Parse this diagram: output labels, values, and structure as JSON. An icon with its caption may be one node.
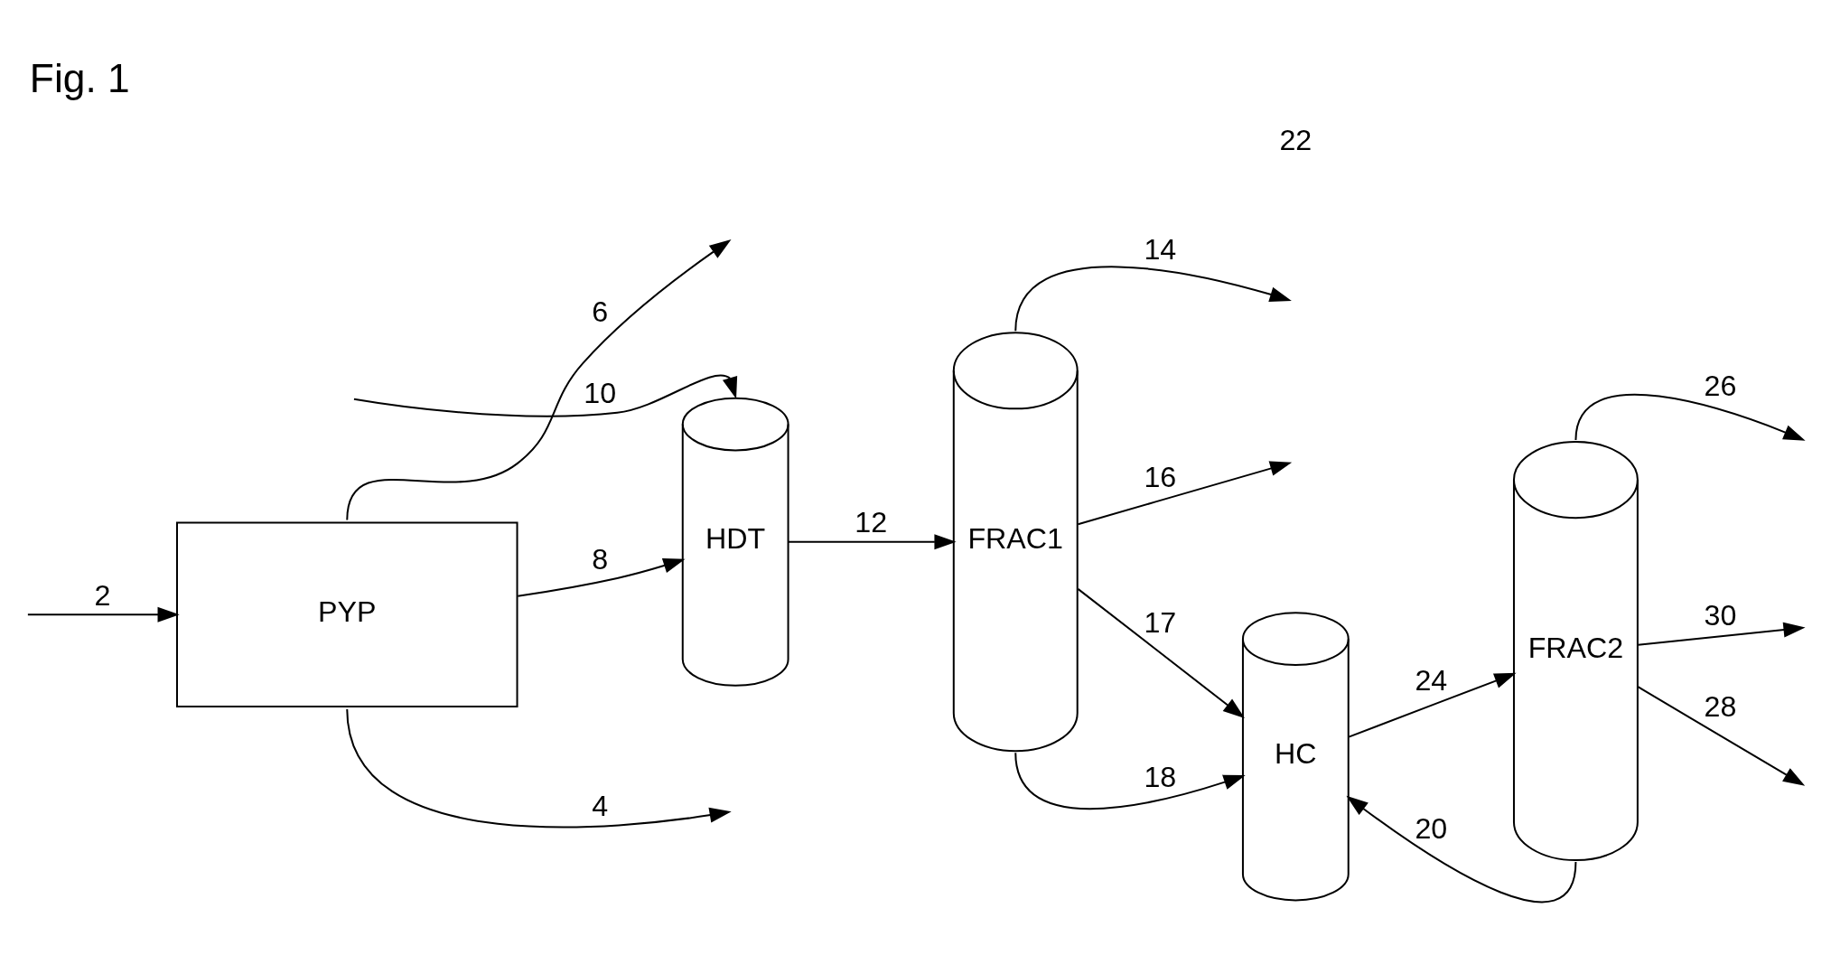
{
  "diagram": {
    "title": "Fig. 1",
    "nodes": [
      {
        "text": [
          "PYP"
        ]
      },
      {
        "text": [
          "HDT"
        ]
      },
      {
        "text": [
          "FRAC1"
        ]
      },
      {
        "text": [
          "HC"
        ]
      },
      {
        "text": [
          "FRAC2"
        ]
      }
    ],
    "edges": [
      {
        "from": 0,
        "to": null,
        "arrow": "to",
        "label": "6"
      },
      {
        "from": 0,
        "to": null,
        "arrow": "to",
        "label": "4"
      },
      {
        "from": null,
        "to": 0,
        "arrow": "to",
        "label": "2"
      },
      {
        "from": 0,
        "to": 1,
        "arrow": "to",
        "label": "8"
      },
      {
        "from": null,
        "to": 1,
        "arrow": "to",
        "label": "10"
      },
      {
        "from": 1,
        "to": 2,
        "arrow": "to",
        "label": "12"
      },
      {
        "from": 2,
        "to": null,
        "arrow": "to",
        "label": "14"
      },
      {
        "from": 2,
        "to": null,
        "arrow": "to",
        "label": "16"
      },
      {
        "from": 2,
        "to": 3,
        "arrow": "to",
        "label": "17"
      },
      {
        "from": 2,
        "to": 3,
        "arrow": "to",
        "label": "18"
      },
      {
        "from": 4,
        "to": 3,
        "arrow": "to",
        "label": "20"
      },
      {
        "from": 3,
        "to": 4,
        "arrow": "to",
        "label": "24"
      },
      {
        "from": 4,
        "to": null,
        "arrow": "to",
        "label": "26"
      },
      {
        "from": 4,
        "to": null,
        "arrow": "to",
        "label": "28"
      },
      {
        "from": 4,
        "to": null,
        "arrow": "to",
        "label": "30"
      }
    ],
    "labels": [
      "22"
    ]
  }
}
